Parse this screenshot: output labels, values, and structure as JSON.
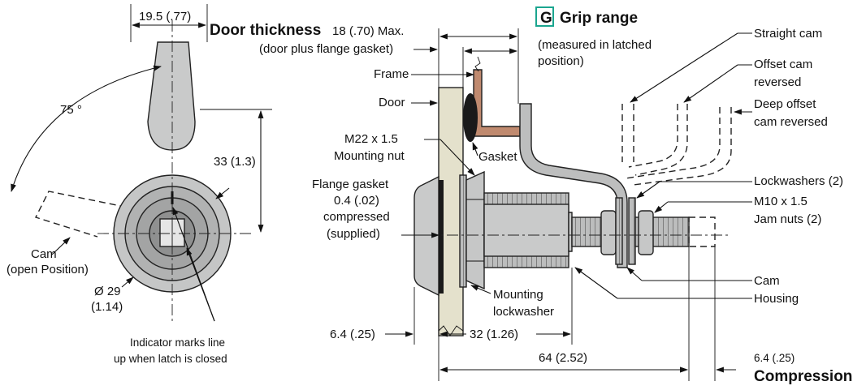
{
  "labels": {
    "top_width": "19.5 (.77)",
    "door_thickness_title": "Door thickness",
    "door_thickness_value": "18 (.70) Max.",
    "door_thickness_note": "(door plus flange gasket)",
    "grip_letter": "G",
    "grip_title": "Grip range",
    "grip_note_1": "(measured in latched",
    "grip_note_2": "position)",
    "angle": "75 °",
    "height_dim": "33 (1.3)",
    "cam_open_1": "Cam",
    "cam_open_2": "(open Position)",
    "diameter_1": "Ø 29",
    "diameter_2": "(1.14)",
    "indicator_1": "Indicator marks line",
    "indicator_2": "up when latch is closed",
    "frame": "Frame",
    "door": "Door",
    "gasket": "Gasket",
    "nut_1": "M22 x 1.5",
    "nut_2": "Mounting nut",
    "flange_1": "Flange gasket",
    "flange_2": "0.4 (.02)",
    "flange_3": "compressed",
    "flange_4": "(supplied)",
    "straight_cam": "Straight cam",
    "offset_cam_1": "Offset cam",
    "offset_cam_2": "reversed",
    "deep_cam_1": "Deep offset",
    "deep_cam_2": "cam reversed",
    "lockwashers": "Lockwashers (2)",
    "jam_1": "M10 x 1.5",
    "jam_2": "Jam nuts (2)",
    "cam": "Cam",
    "housing": "Housing",
    "mount_lw_1": "Mounting",
    "mount_lw_2": "lockwasher",
    "dim_left": "6.4 (.25)",
    "dim_32": "32 (1.26)",
    "dim_64": "64 (2.52)",
    "dim_right": "6.4 (.25)",
    "compression": "Compression"
  },
  "colors": {
    "body_light": "#cfd0d0",
    "body_mid": "#b3b4b4",
    "body_dark": "#8e8f90",
    "door_fill": "#e4e1cc",
    "frame_fill": "#c08a6f",
    "gasket_fill": "#1a1a1a",
    "accent_box": "#1aa58f"
  }
}
